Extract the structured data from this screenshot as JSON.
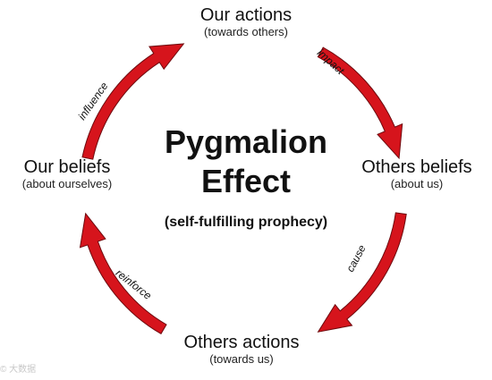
{
  "diagram": {
    "title_line1": "Pygmalion",
    "title_line2": "Effect",
    "subtitle": "(self-fulfilling prophecy)",
    "nodes": {
      "top": {
        "main": "Our actions",
        "sub": "(towards others)"
      },
      "right": {
        "main": "Others beliefs",
        "sub": "(about us)"
      },
      "bottom": {
        "main": "Others actions",
        "sub": "(towards us)"
      },
      "left": {
        "main": "Our beliefs",
        "sub": "(about ourselves)"
      }
    },
    "edges": {
      "top_to_right": "impact",
      "right_to_bottom": "cause",
      "bottom_to_left": "reinforce",
      "left_to_top": "influence"
    },
    "arrow_color": "#d6141c",
    "arrow_edge_color": "#6e0a0e",
    "watermark": "© 大数据"
  }
}
